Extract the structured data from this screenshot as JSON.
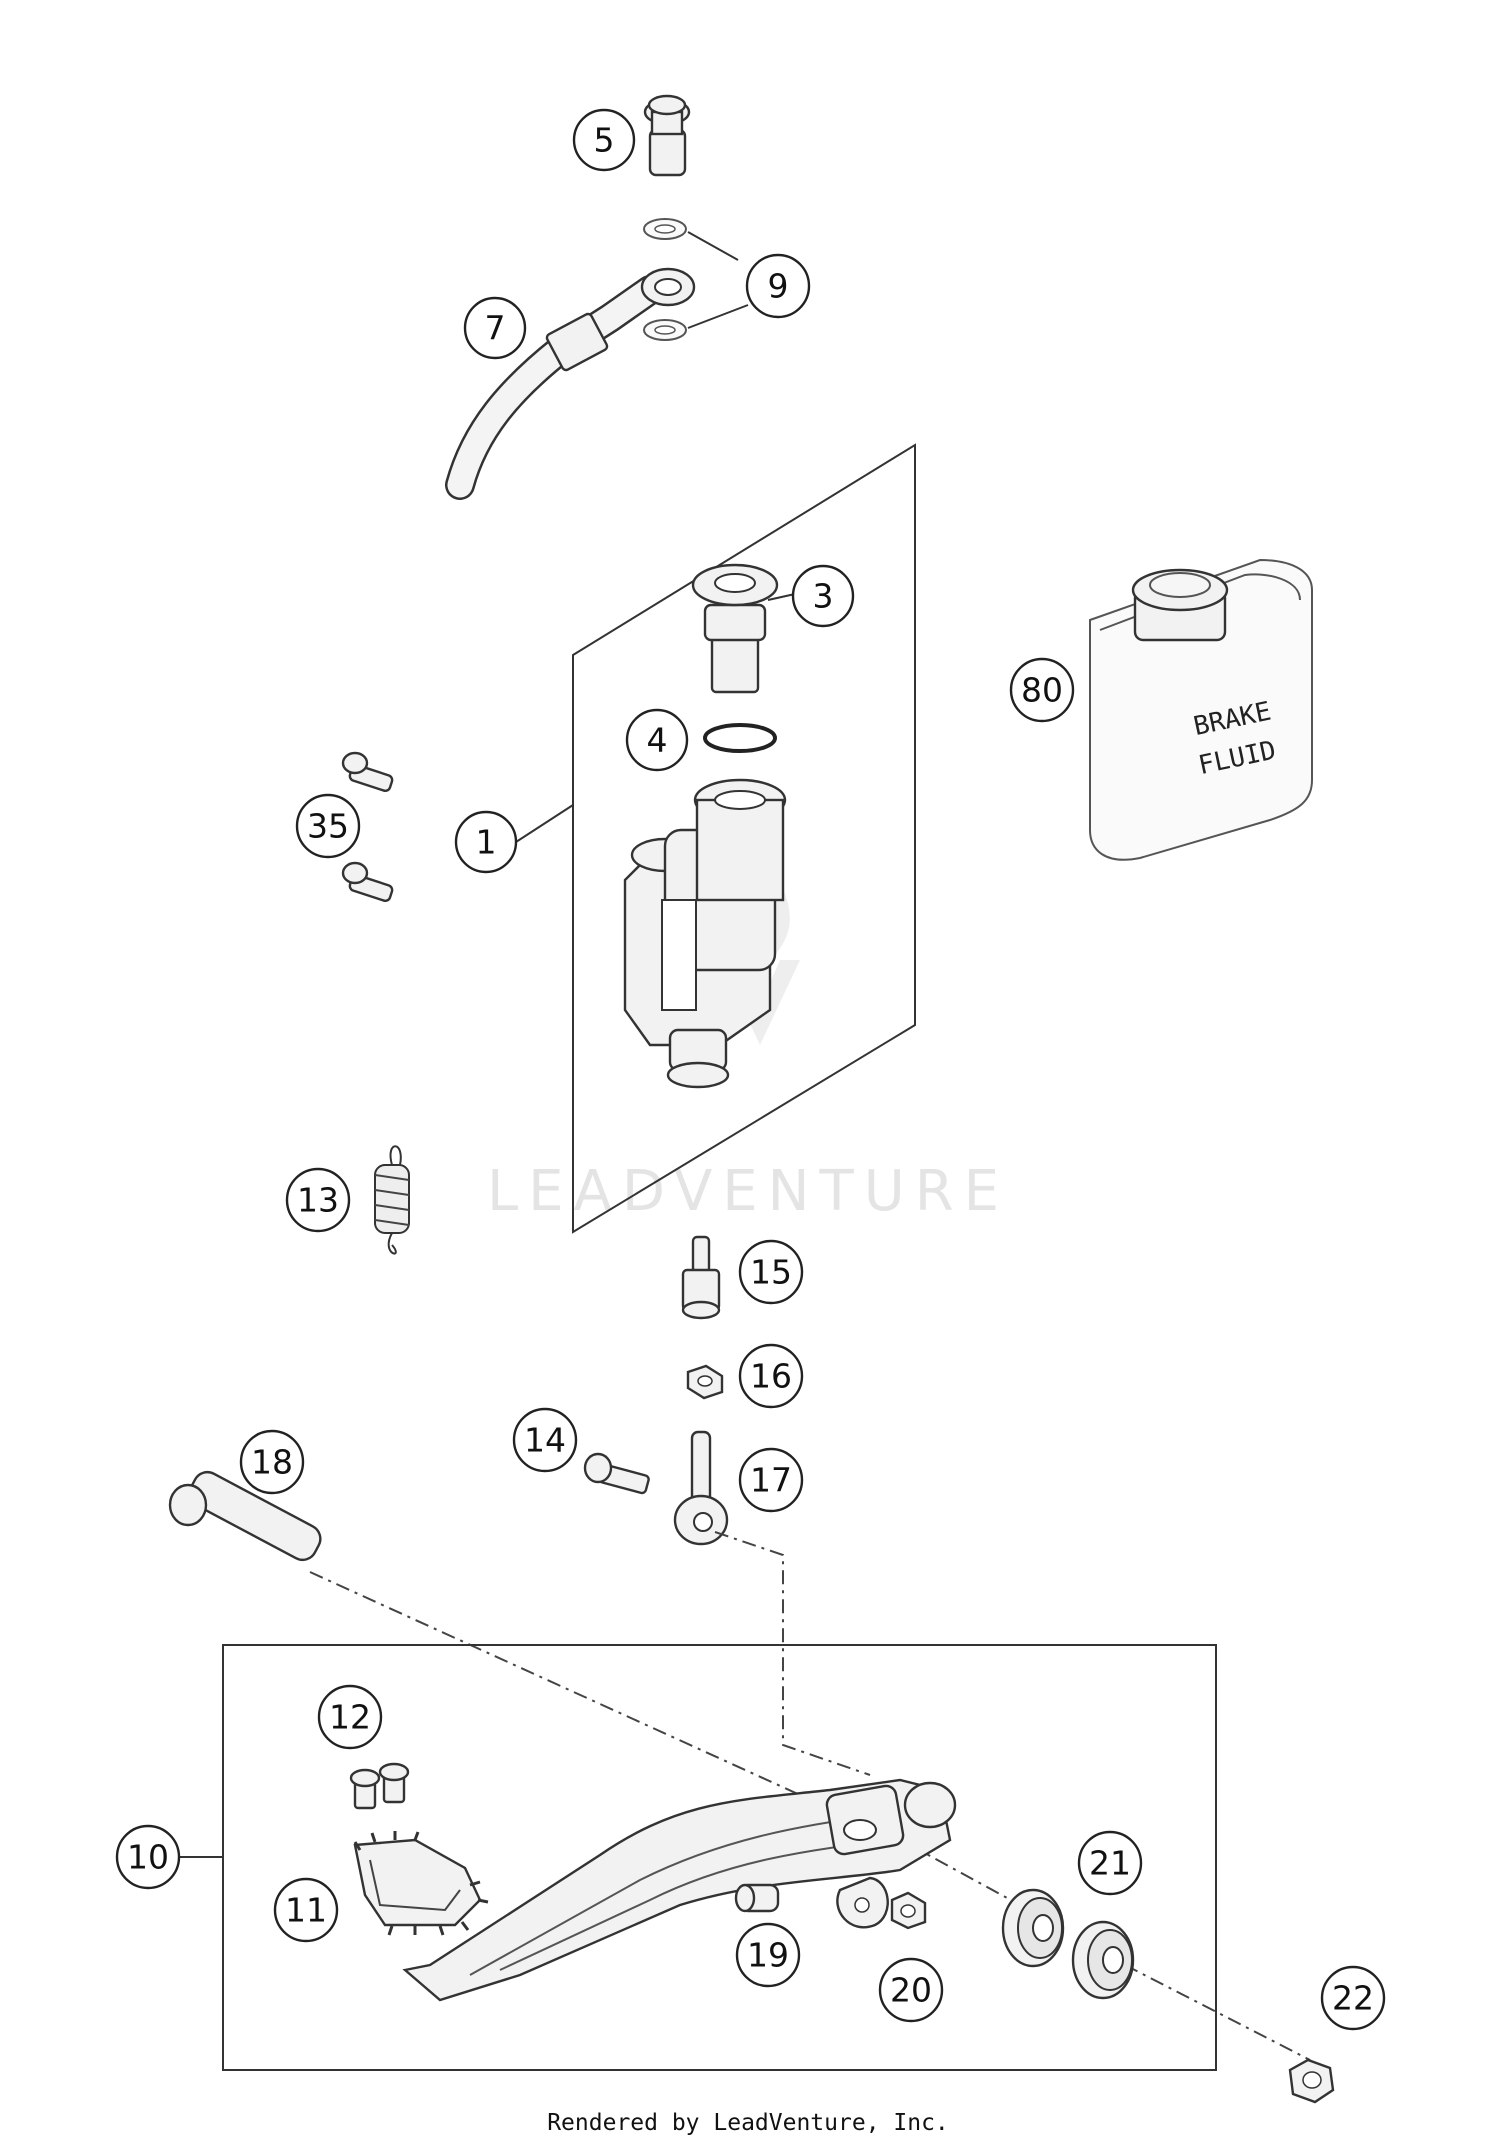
{
  "watermark": "LEADVENTURE",
  "footer": "Rendered by LeadVenture, Inc.",
  "can_label": [
    "BRAKE",
    "FLUID"
  ],
  "callouts": {
    "c1": "1",
    "c3": "3",
    "c4": "4",
    "c5": "5",
    "c7": "7",
    "c9": "9",
    "c10": "10",
    "c11": "11",
    "c12": "12",
    "c13": "13",
    "c14": "14",
    "c15": "15",
    "c16": "16",
    "c17": "17",
    "c18": "18",
    "c19": "19",
    "c20": "20",
    "c21": "21",
    "c22": "22",
    "c35": "35",
    "c80": "80"
  }
}
